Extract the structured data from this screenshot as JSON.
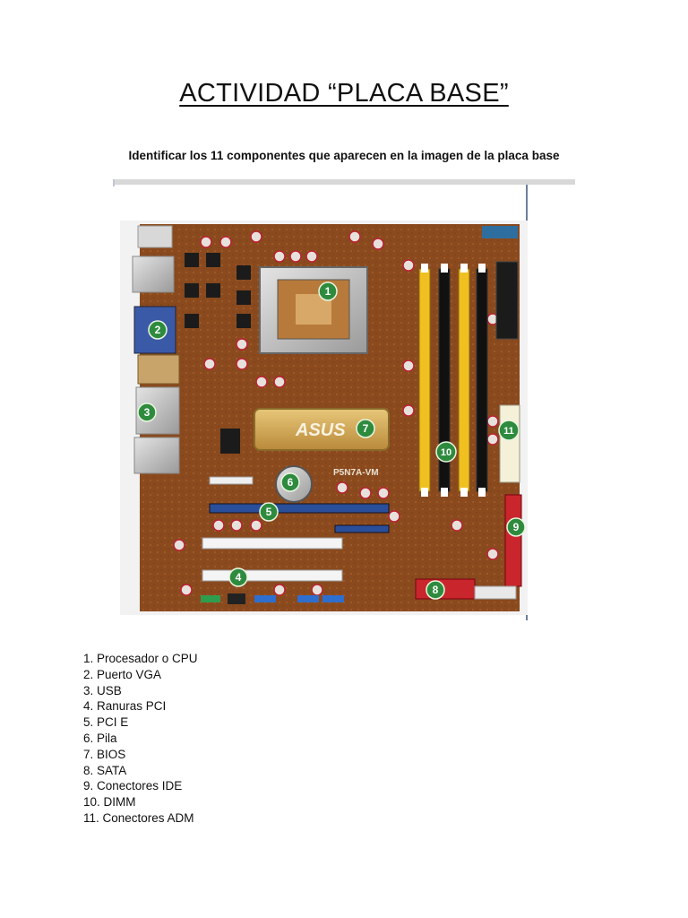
{
  "document": {
    "title": "ACTIVIDAD “PLACA BASE”",
    "subtitle": "Identificar los 11 componentes que aparecen en la imagen de la placa base"
  },
  "image": {
    "brand_logo": "ASUS",
    "model_text": "P5N7A-VM",
    "markers": [
      "1",
      "2",
      "3",
      "4",
      "5",
      "6",
      "7",
      "8",
      "9",
      "10",
      "11"
    ],
    "marker_color": "#2e8b3e",
    "board_color": "#8a4a1e"
  },
  "components": [
    "1. Procesador o CPU",
    "2. Puerto VGA",
    "3. USB",
    "4. Ranuras PCI",
    "5. PCI E",
    "6. Pila",
    "7. BIOS",
    "8. SATA",
    "9. Conectores IDE",
    "10. DIMM",
    "11. Conectores ADM"
  ]
}
